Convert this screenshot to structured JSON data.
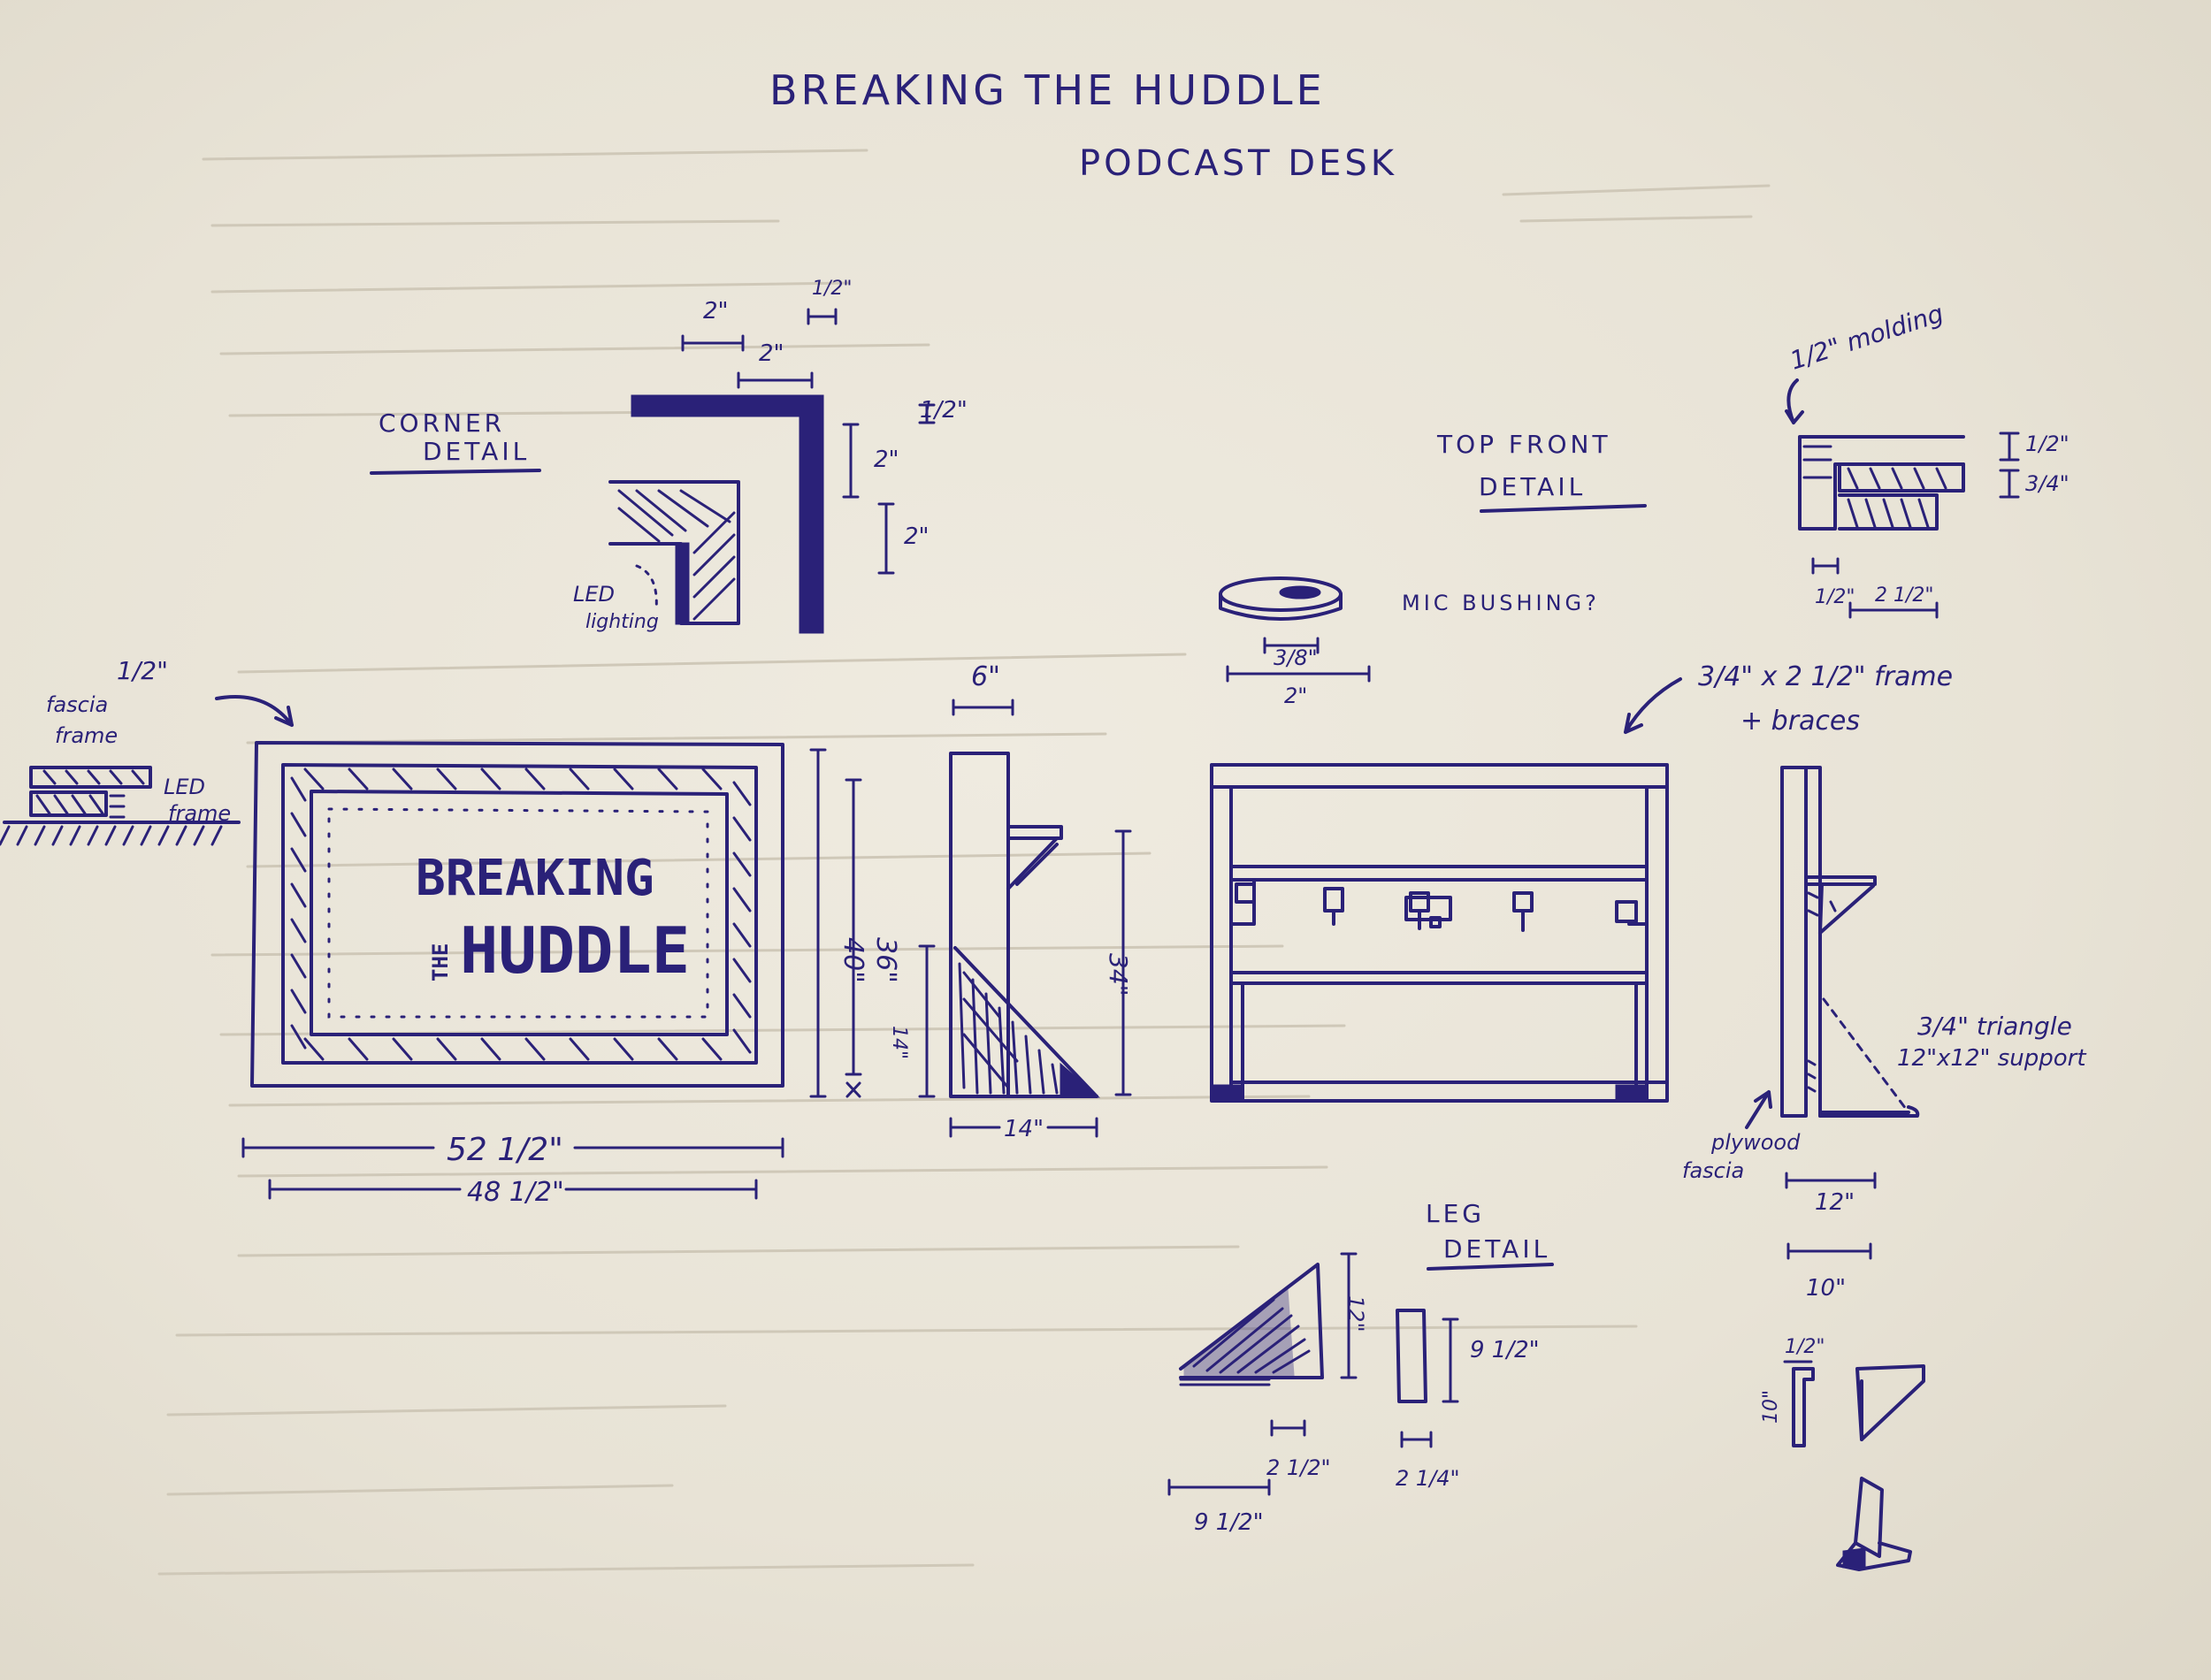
{
  "title": {
    "line1": "BREAKING THE HUDDLE",
    "line2": "PODCAST DESK"
  },
  "labels": {
    "corner_detail_1": "CORNER",
    "corner_detail_2": "DETAIL",
    "top_front_detail_1": "TOP FRONT",
    "top_front_detail_2": "DETAIL",
    "leg_detail_1": "LEG",
    "leg_detail_2": "DETAIL",
    "led_lighting_1": "LED",
    "led_lighting_2": "lighting",
    "fascia_frame_1": "fascia",
    "fascia_frame_2": "frame",
    "led_frame_1": "LED",
    "led_frame_2": "frame",
    "mic_bushing": "MIC BUSHING?",
    "half_molding": "1/2\" molding",
    "frame_braces_1": "3/4\" x 2 1/2\" frame",
    "frame_braces_2": "+ braces",
    "triangle_support_1": "3/4\" triangle",
    "triangle_support_2": "12\"x12\"  support",
    "plywood_fascia_1": "plywood",
    "plywood_fascia_2": "fascia"
  },
  "logo": {
    "line1": "BREAKING",
    "the": "THE",
    "line2": "HUDDLE"
  },
  "dimensions": {
    "corner_2a": "2\"",
    "corner_half_top": "1/2\"",
    "corner_2b": "2\"",
    "corner_half_side": "1/2\"",
    "corner_2c": "2\"",
    "corner_2d": "2\"",
    "top_half": "1/2\"",
    "top_3_4": "3/4\"",
    "top_half_b": "1/2\"",
    "top_2half": "2 1/2\"",
    "bushing_3_8": "3/8\"",
    "bushing_2": "2\"",
    "fascia_half": "1/2\"",
    "front_40": "40\"",
    "front_36": "36\"",
    "front_52": "52 1/2\"",
    "front_48": "48 1/2\"",
    "side_6": "6\"",
    "side_14h": "14\"",
    "side_34": "34\"",
    "side_14w": "14\"",
    "right_12": "12\"",
    "right_10": "10\"",
    "leg_12": "12\"",
    "leg_9half": "9 1/2\"",
    "leg_2half": "2 1/2\"",
    "leg_9half_b": "9 1/2\"",
    "leg_2quarter": "2 1/4\"",
    "small_half": "1/2\"",
    "small_10": "10\""
  }
}
